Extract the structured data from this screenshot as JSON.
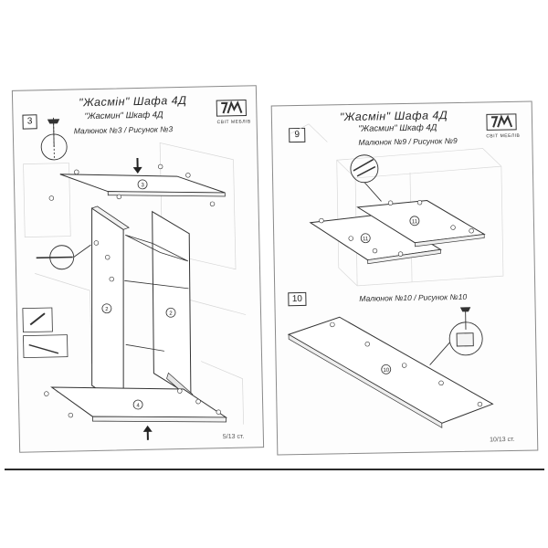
{
  "left_page": {
    "title": "\"Жасмін\" Шафа 4Д",
    "subtitle": "\"Жасмин\" Шкаф 4Д",
    "caption": "Малюнок №3 / Рисунок №3",
    "step": "3",
    "brand": "СВІТ МЕБЛІВ",
    "page": "5/13 ст.",
    "parts": [
      "3",
      "2",
      "2",
      "4"
    ]
  },
  "right_page": {
    "title": "\"Жасмін\" Шафа 4Д",
    "subtitle": "\"Жасмин\" Шкаф 4Д",
    "caption_top": "Малюнок №9 / Рисунок №9",
    "step_top": "9",
    "caption_bottom": "Малюнок №10 / Рисунок №10",
    "step_bottom": "10",
    "brand": "СВІТ МЕБЛІВ",
    "page": "10/13 ст.",
    "parts": [
      "11",
      "11",
      "10"
    ]
  },
  "icons": [
    "brand-logo-icon",
    "screw-icon",
    "arrow-down-icon",
    "arrow-up-icon",
    "magnifier-detail-icon"
  ]
}
